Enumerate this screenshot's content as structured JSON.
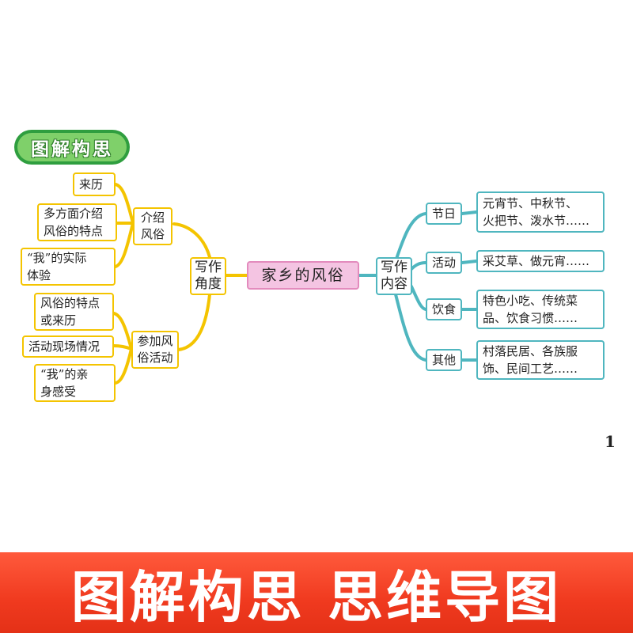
{
  "badge": {
    "text": "图解构思"
  },
  "center": {
    "text": "家乡的风俗"
  },
  "left": {
    "hub": "写作\n角度",
    "groups": [
      {
        "label": "介绍\n风俗",
        "items": [
          "来历",
          "多方面介绍\n风俗的特点",
          "“我”的实际\n体验"
        ]
      },
      {
        "label": "参加风\n俗活动",
        "items": [
          "风俗的特点\n或来历",
          "活动现场情况",
          "“我”的亲\n身感受"
        ]
      }
    ]
  },
  "right": {
    "hub": "写作\n内容",
    "groups": [
      {
        "label": "节日",
        "detail": "元宵节、中秋节、\n火把节、泼水节……"
      },
      {
        "label": "活动",
        "detail": "采艾草、做元宵……"
      },
      {
        "label": "饮食",
        "detail": "特色小吃、传统菜\n品、饮食习惯……"
      },
      {
        "label": "其他",
        "detail": "村落民居、各族服\n饰、民间工艺……"
      }
    ]
  },
  "page_number": "1",
  "banner": {
    "text": "图解构思 思维导图"
  },
  "colors": {
    "left_branch": "#f4c400",
    "right_branch": "#4fb6bf",
    "center_fill": "#f4c4e2",
    "banner": "#f03a1f",
    "badge": "#7fd06a"
  }
}
